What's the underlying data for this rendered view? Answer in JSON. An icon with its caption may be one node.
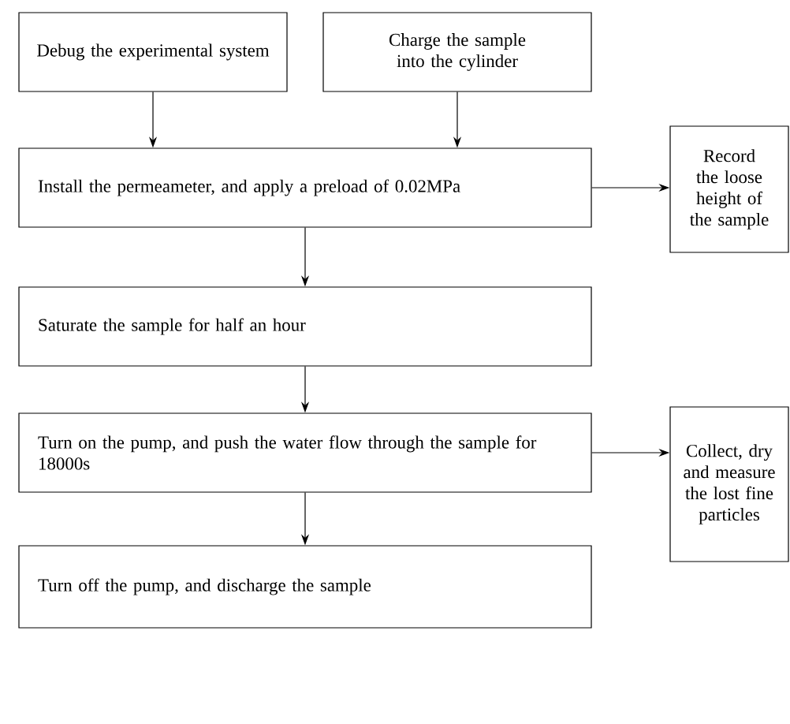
{
  "diagram": {
    "nodes": [
      {
        "text": [
          "Debug the experimental system"
        ]
      },
      {
        "text": [
          "Charge the sample into the cylinder"
        ]
      },
      {
        "text": [
          "Install the permeameter, and apply a preload of 0.02MPa"
        ]
      },
      {
        "text": [
          "Record the loose height of the sample"
        ]
      },
      {
        "text": [
          "Saturate the sample for half an hour"
        ]
      },
      {
        "text": [
          "Turn on the pump, and push the water flow through the sample for 18000s"
        ]
      },
      {
        "text": [
          "Collect, dry and measure the lost fine particles"
        ]
      },
      {
        "text": [
          "Turn off the pump, and discharge the sample"
        ]
      }
    ],
    "edges": [
      {
        "from": 0,
        "to": 2,
        "arrow": "to"
      },
      {
        "from": 1,
        "to": 2,
        "arrow": "to"
      },
      {
        "from": 2,
        "to": 3,
        "arrow": "to"
      },
      {
        "from": 2,
        "to": 4,
        "arrow": "to"
      },
      {
        "from": 4,
        "to": 5,
        "arrow": "to"
      },
      {
        "from": 5,
        "to": 6,
        "arrow": "to"
      },
      {
        "from": 5,
        "to": 7,
        "arrow": "to"
      }
    ]
  }
}
